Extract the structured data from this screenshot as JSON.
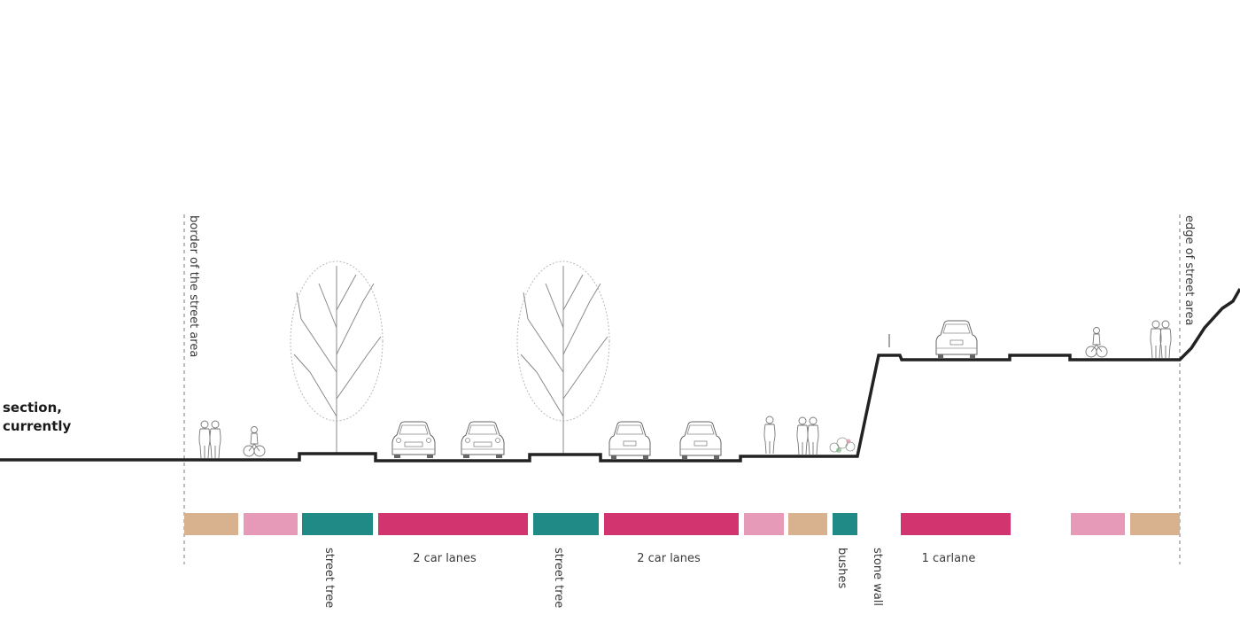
{
  "title": {
    "line1": "section,",
    "line2": "currently"
  },
  "markers": {
    "left": "border of the street area",
    "right": "edge of street area"
  },
  "colors": {
    "ground": "#222222",
    "tan": "#d8b28e",
    "pink": "#e79ab8",
    "teal": "#1f8a86",
    "magenta": "#d23470",
    "dashed": "#777777",
    "tree": "#8a8a8a"
  },
  "zones": [
    {
      "type": "tan"
    },
    {
      "type": "pink"
    },
    {
      "type": "teal",
      "label": "street tree",
      "label_orientation": "vertical"
    },
    {
      "type": "magenta",
      "label": "2 car lanes",
      "label_orientation": "horizontal"
    },
    {
      "type": "teal",
      "label": "street tree",
      "label_orientation": "vertical"
    },
    {
      "type": "magenta",
      "label": "2 car lanes",
      "label_orientation": "horizontal"
    },
    {
      "type": "pink"
    },
    {
      "type": "tan"
    },
    {
      "type": "teal",
      "label": "bushes",
      "label_orientation": "vertical"
    },
    {
      "type": "none",
      "label": "stone wall",
      "label_orientation": "vertical"
    },
    {
      "type": "magenta",
      "label": "1 carlane",
      "label_orientation": "horizontal"
    },
    {
      "type": "pink"
    },
    {
      "type": "tan"
    }
  ],
  "icons": [
    "pedestrians-icon",
    "cyclist-icon",
    "tree-icon",
    "car-front-icon",
    "car-front-icon",
    "tree-icon",
    "car-rear-icon",
    "car-rear-icon",
    "pedestrian-icon",
    "pedestrians-icon",
    "bush-icon",
    "bollard-icon",
    "car-rear-icon",
    "cyclist-icon",
    "pedestrians-icon"
  ]
}
